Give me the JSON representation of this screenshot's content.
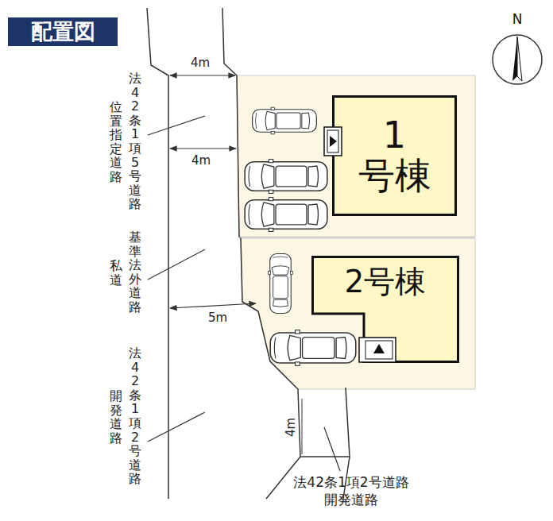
{
  "diagram": {
    "title": "配置図",
    "nodes": [
      {
        "text": [
          "N"
        ]
      },
      {
        "text": [
          "1 号棟"
        ]
      },
      {
        "text": [
          "2号棟"
        ]
      }
    ],
    "labels": [
      "4m",
      "4m",
      "5m",
      "4m",
      "法42条1項5号道路",
      "位置指定道路",
      "基準法外道路",
      "私道",
      "法42条1項2号道路",
      "開発道路",
      "法42条1項2号道路 開発道路"
    ]
  }
}
